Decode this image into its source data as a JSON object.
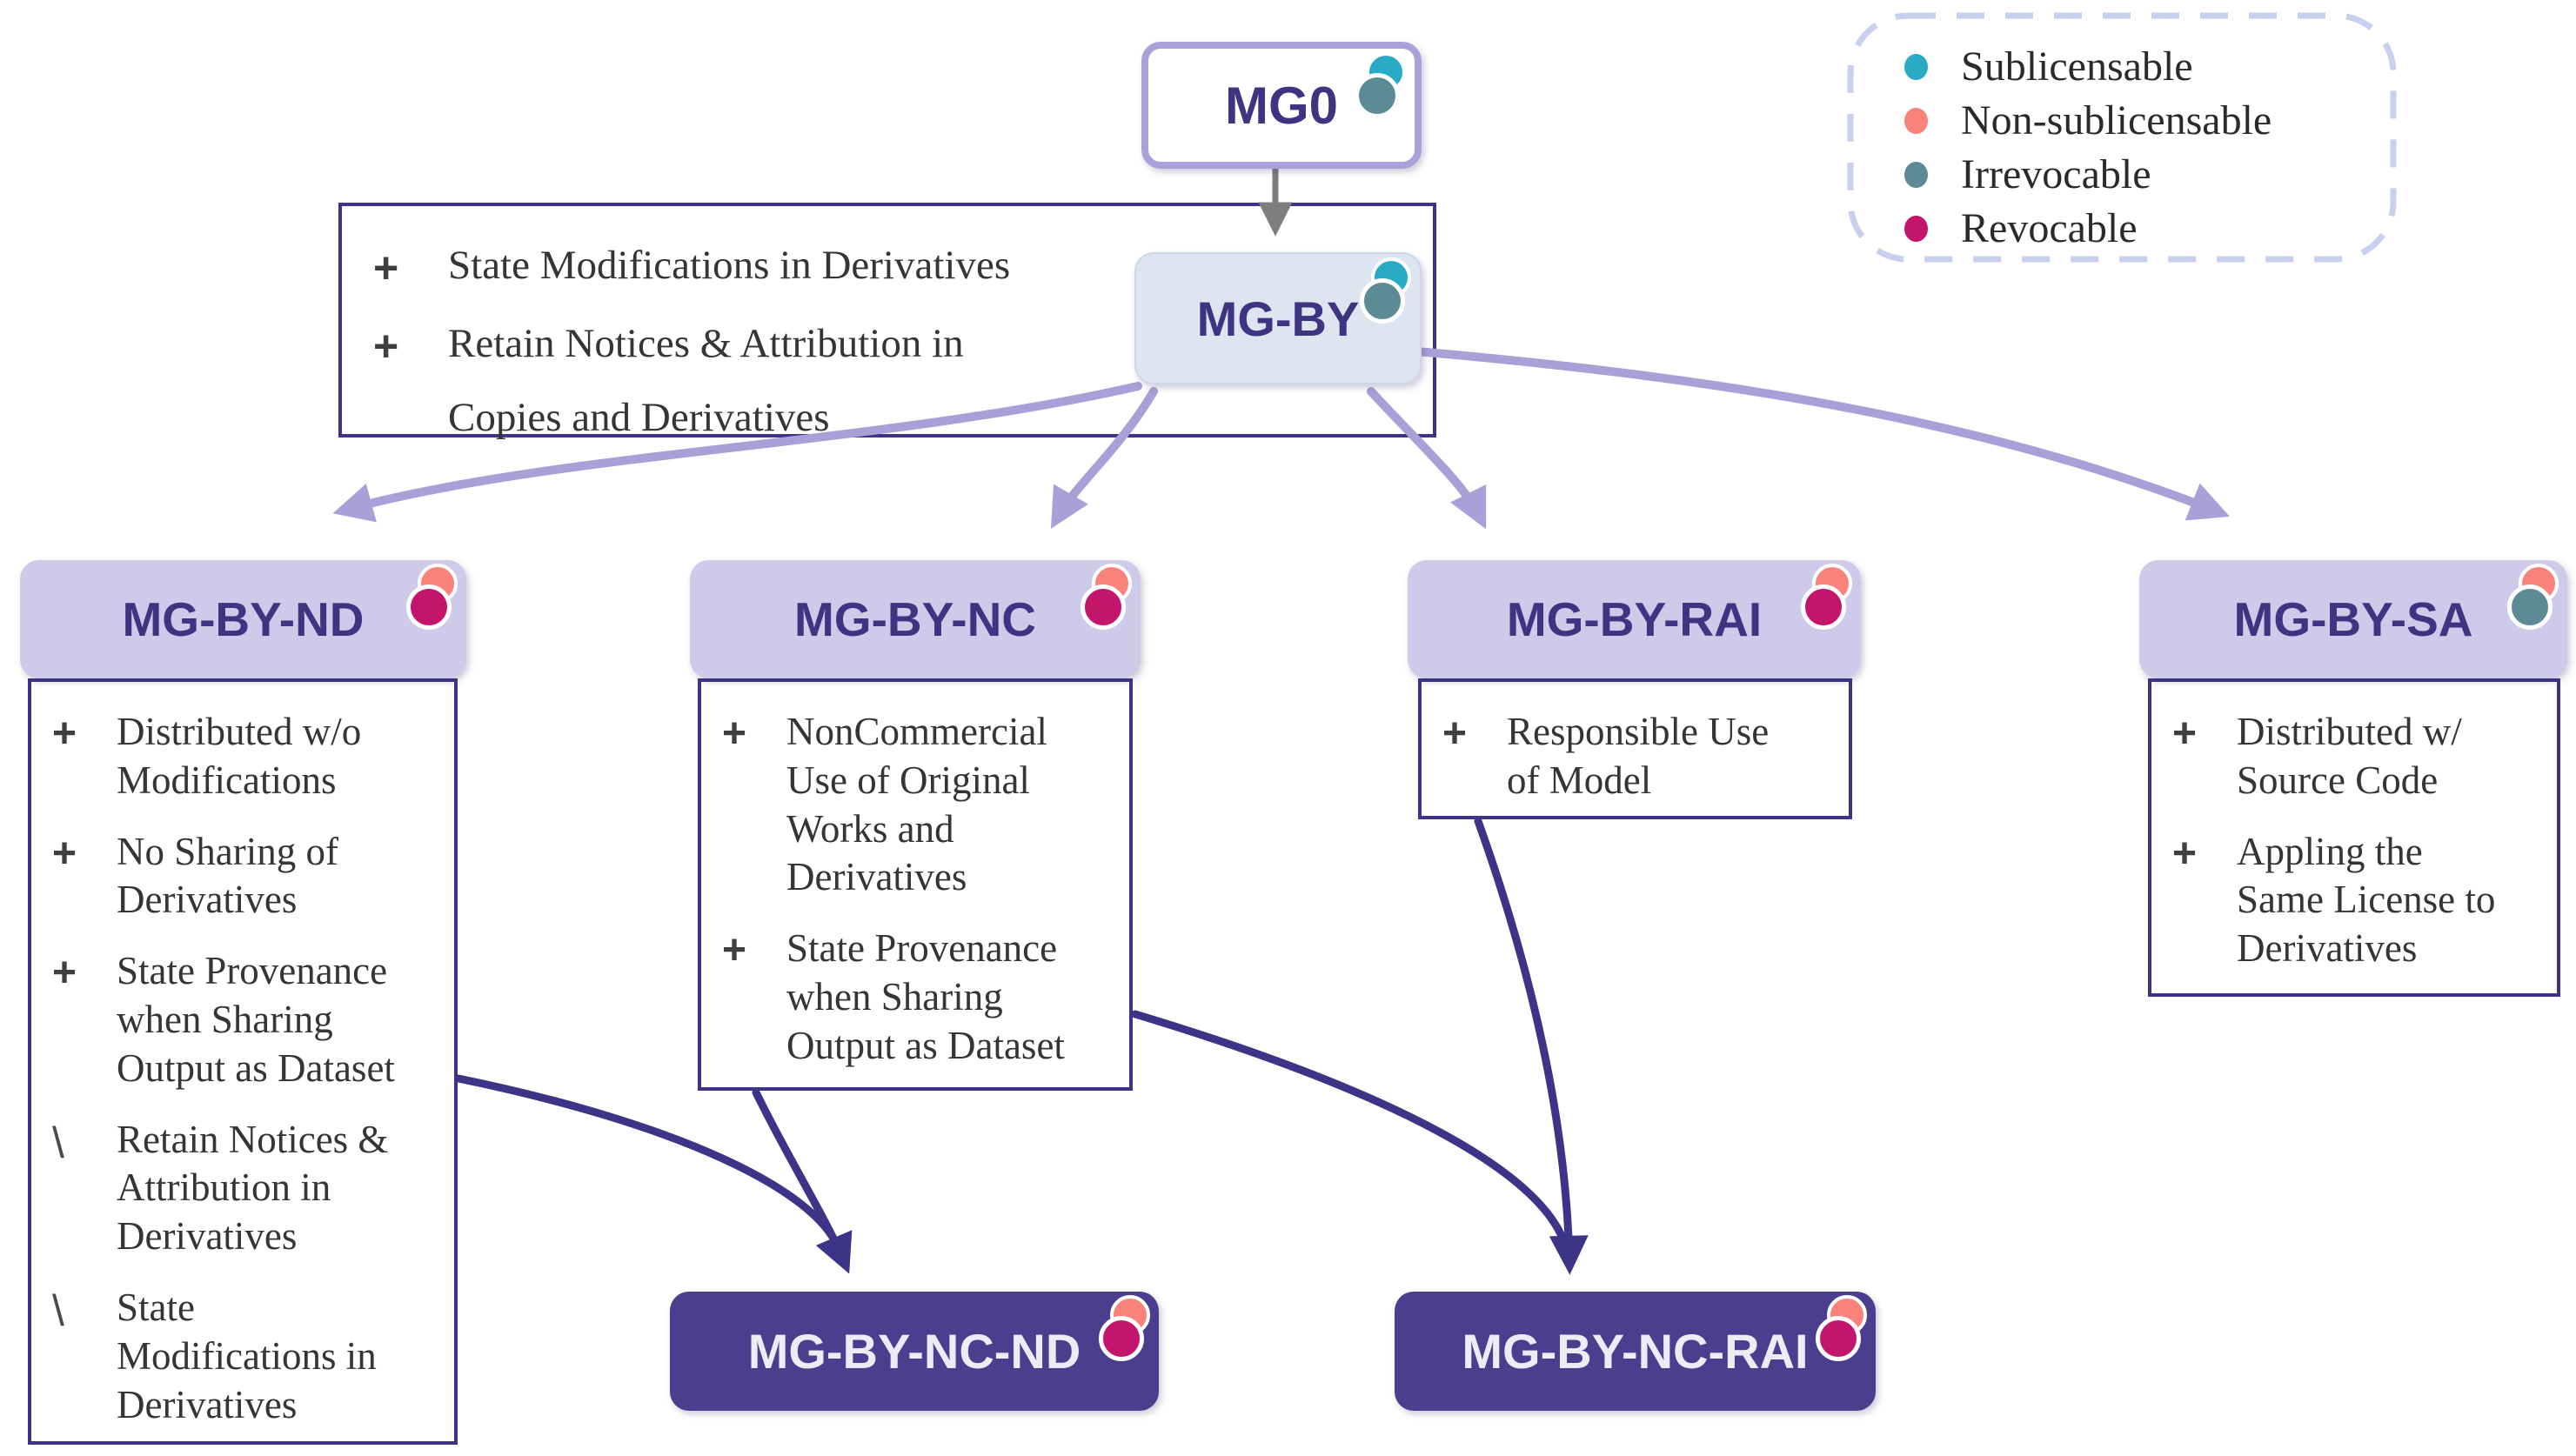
{
  "figure": {
    "type": "license-hierarchy-diagram",
    "root_title": "MG0"
  },
  "palette": {
    "accent_dark_purple": "#3d3487",
    "header_lavender": "#cecae9",
    "final_box_purple": "#4a3f8e",
    "lavender_arrow": "#a8a0d6",
    "gray_arrow": "#7d7d7d",
    "mgby_fill": "#dde5f1",
    "mg0_border": "#a9a1d9"
  },
  "legend": {
    "items": [
      {
        "key": "sublicensable",
        "label": "Sublicensable",
        "color": "#29abc6"
      },
      {
        "key": "non_sublicensable",
        "label": "Non-sublicensable",
        "color": "#f9837b"
      },
      {
        "key": "irrevocable",
        "label": "Irrevocable",
        "color": "#5d8b95"
      },
      {
        "key": "revocable",
        "label": "Revocable",
        "color": "#c3156c"
      }
    ]
  },
  "mg_by_terms": {
    "items": [
      {
        "marker": "+",
        "text": "State Modifications in Derivatives"
      },
      {
        "marker": "+",
        "text": "Retain Notices & Attribution in\nCopies and Derivatives"
      }
    ]
  },
  "nodes": {
    "mg0": {
      "title": "MG0",
      "dots": [
        "sublicensable",
        "irrevocable"
      ]
    },
    "mg_by": {
      "title": "MG-BY",
      "dots": [
        "sublicensable",
        "irrevocable"
      ]
    },
    "mg_by_nd": {
      "title": "MG-BY-ND",
      "dots": [
        "non_sublicensable",
        "revocable"
      ],
      "items": [
        {
          "marker": "+",
          "text": "Distributed w/o\nModifications"
        },
        {
          "marker": "+",
          "text": "No Sharing of\nDerivatives"
        },
        {
          "marker": "+",
          "text": "State Provenance\nwhen Sharing\nOutput as Dataset"
        },
        {
          "marker": "\\",
          "text": "Retain Notices &\nAttribution in\nDerivatives"
        },
        {
          "marker": "\\",
          "text": "State\nModifications in\nDerivatives"
        }
      ]
    },
    "mg_by_nc": {
      "title": "MG-BY-NC",
      "dots": [
        "non_sublicensable",
        "revocable"
      ],
      "items": [
        {
          "marker": "+",
          "text": "NonCommercial\nUse of Original\nWorks and\nDerivatives"
        },
        {
          "marker": "+",
          "text": "State Provenance\nwhen Sharing\nOutput as Dataset"
        }
      ]
    },
    "mg_by_rai": {
      "title": "MG-BY-RAI",
      "dots": [
        "non_sublicensable",
        "revocable"
      ],
      "items": [
        {
          "marker": "+",
          "text": "Responsible Use\nof Model"
        }
      ]
    },
    "mg_by_sa": {
      "title": "MG-BY-SA",
      "dots": [
        "non_sublicensable",
        "irrevocable"
      ],
      "items": [
        {
          "marker": "+",
          "text": "Distributed w/\nSource Code"
        },
        {
          "marker": "+",
          "text": "Appling the\nSame License to\nDerivatives"
        }
      ]
    },
    "mg_by_nc_nd": {
      "title": "MG-BY-NC-ND",
      "dots": [
        "non_sublicensable",
        "revocable"
      ]
    },
    "mg_by_nc_rai": {
      "title": "MG-BY-NC-RAI",
      "dots": [
        "non_sublicensable",
        "revocable"
      ]
    }
  }
}
